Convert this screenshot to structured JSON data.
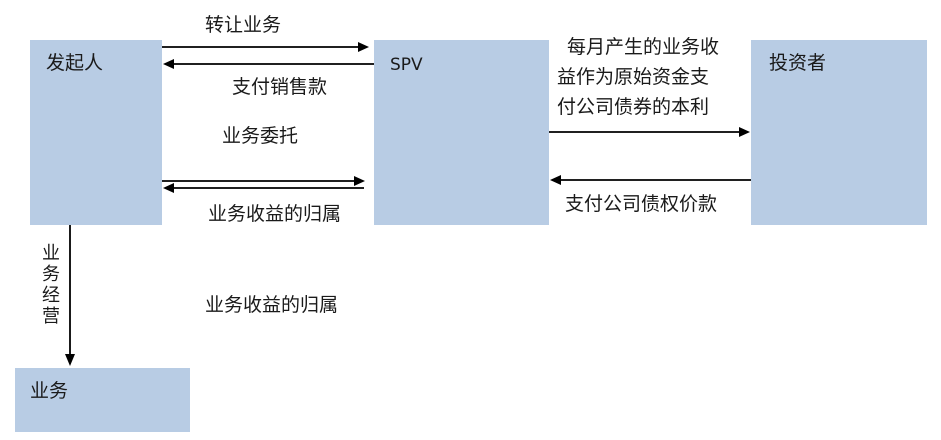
{
  "nodes": {
    "sponsor": "发起人",
    "spv": "SPV",
    "investor": "投资者",
    "business": "业务"
  },
  "edges": {
    "transfer_business": "转让业务",
    "pay_sale_price": "支付销售款",
    "business_entrust": "业务委托",
    "revenue_attribution_1": "业务收益的归属",
    "revenue_attribution_2": "业务收益的归属",
    "monthly_revenue_line1": "每月产生的业务收",
    "monthly_revenue_line2": "益作为原始资金支",
    "monthly_revenue_line3": "付公司债券的本利",
    "pay_bond_price": "支付公司债权价款",
    "business_operation_chars": [
      "业",
      "务",
      "经",
      "营"
    ]
  },
  "colors": {
    "box_fill": "#b8cce4",
    "arrow": "#000000",
    "text": "#1a1a1a"
  }
}
